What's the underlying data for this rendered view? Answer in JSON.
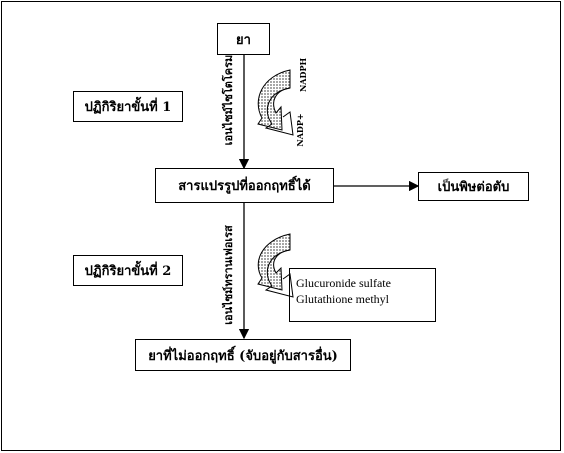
{
  "drug": "ยา",
  "phase1": {
    "label": "ปฏิกิริยาขั้นที่ 1",
    "enzyme": "เอนไซม์ไซโตโครม",
    "cofactor_in": "NADPH",
    "cofactor_out": "NADP+"
  },
  "metabolite": "สารแปรรูปที่ออกฤทธิ์ได้",
  "toxic": "เป็นพิษต่อตับ",
  "phase2": {
    "label": "ปฏิกิริยาขั้นที่ 2",
    "enzyme": "เอนไซม์ทรานเฟอเรส",
    "conjugates": [
      "Glucuronide sulfate",
      "Glutathione methyl"
    ]
  },
  "inactive": "ยาที่ไม่ออกฤทธิ์ (จับอยู่กับสารอื่น)"
}
